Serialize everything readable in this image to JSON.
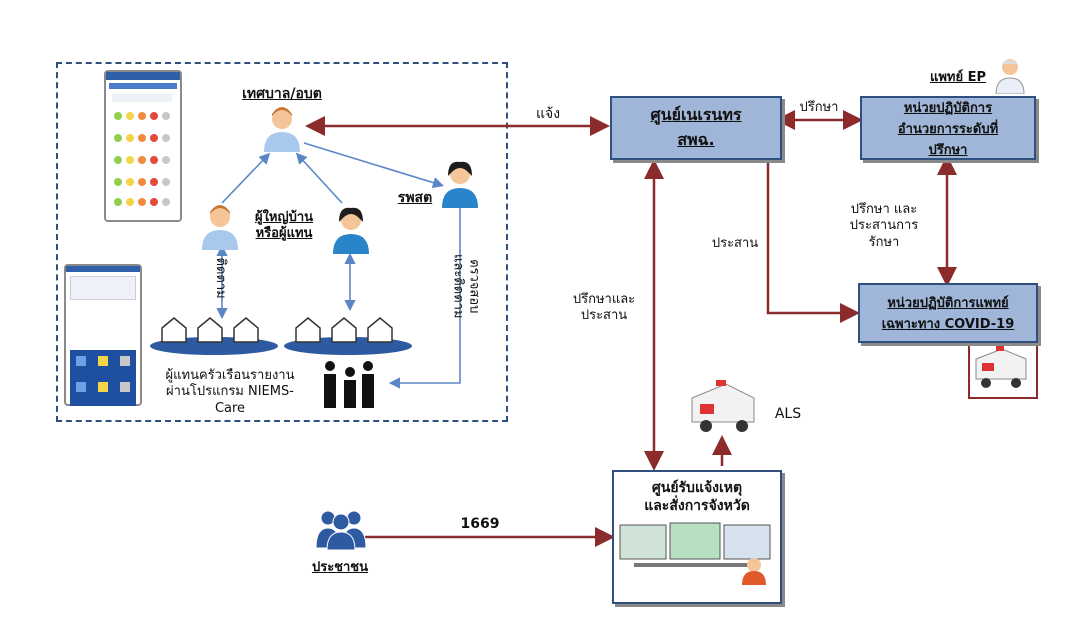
{
  "labels": {
    "municipality": "เทศบาล/อบต",
    "village_head": "ผู้ใหญ่บ้าน\nหรือผู้แทน",
    "rphst": "รพสต",
    "follow_up": "ติดตาม",
    "check_follow": "ตรวจสอบ\nและติดตาม",
    "family_report": "ผู้แทนครัวเรือนรายงาน\nผ่านโปรแกรม NIEMS-\nCare",
    "notify": "แจ้ง",
    "consult": "ปรึกษา",
    "doctor_ep": "แพทย์ EP",
    "consult_coord_care": "ปรึกษา และ\nประสานการ\nรักษา",
    "coordinate": "ประสาน",
    "consult_coordinate": "ปรึกษาและ\nประสาน",
    "als": "ALS",
    "hotline": "1669",
    "public": "ประชาชน"
  },
  "boxes": {
    "erawan": "ศูนย์เนเรนทร\nสพฉ.",
    "consult_unit": "หน่วยปฏิบัติการ\nอำนวยการระดับที่\nปรึกษา",
    "covid_unit": "หน่วยปฏิบัติการแพทย์\nเฉพาะทาง COVID-19",
    "dispatch": "ศูนย์รับแจ้งเหตุ\nและสั่งการจังหวัด"
  },
  "colors": {
    "box_fill": "#9fb6d8",
    "box_border": "#2f4f7f",
    "arrow_dark_red": "#8b2b2b",
    "arrow_blue": "#5b86c6",
    "dashed_border": "#2f4f7f"
  }
}
